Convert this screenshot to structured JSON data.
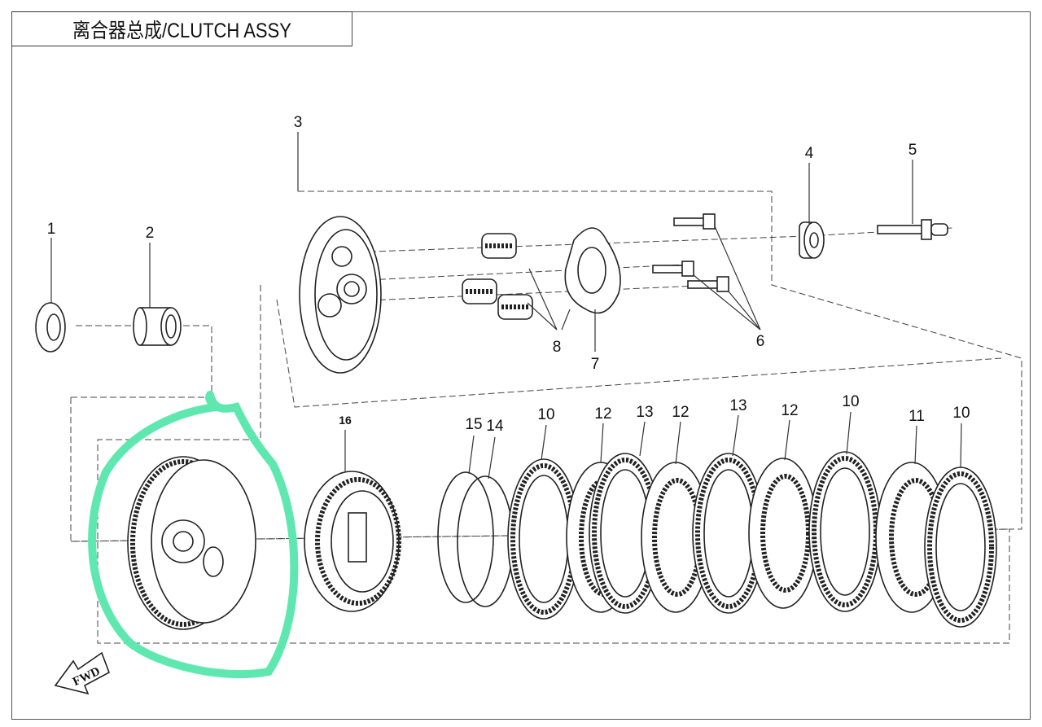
{
  "title": "离合器总成/CLUTCH ASSY",
  "fwd_label": "FWD",
  "highlight_color": "#5ee8b0",
  "callouts": {
    "c1": "1",
    "c2": "2",
    "c3": "3",
    "c4": "4",
    "c5": "5",
    "c6": "6",
    "c7": "7",
    "c8": "8",
    "c16": "16",
    "c15": "15",
    "c14": "14",
    "p1": "10",
    "p2": "12",
    "p3": "13",
    "p4": "12",
    "p5": "13",
    "p6": "12",
    "p7": "10",
    "p8": "11",
    "p9": "10"
  }
}
